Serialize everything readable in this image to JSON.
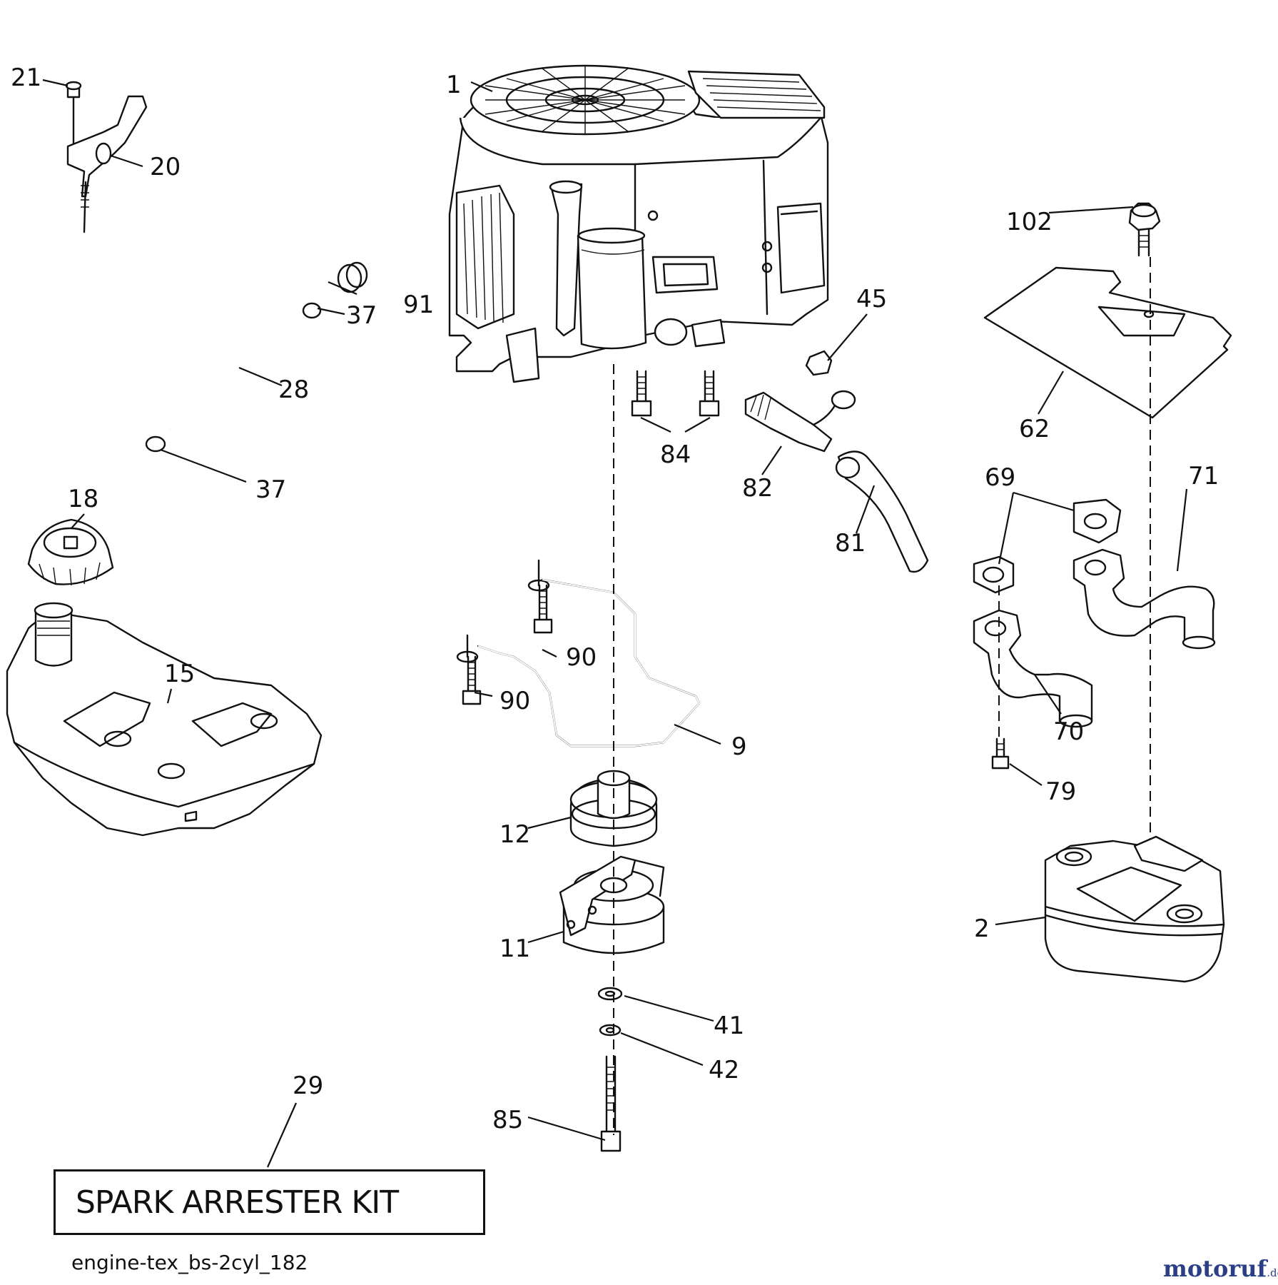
{
  "labels": {
    "p1": "1",
    "p2": "2",
    "p9": "9",
    "p11": "11",
    "p12": "12",
    "p15": "15",
    "p18": "18",
    "p20": "20",
    "p21": "21",
    "p28": "28",
    "p29": "29",
    "p37a": "37",
    "p37b": "37",
    "p41": "41",
    "p42": "42",
    "p45": "45",
    "p62": "62",
    "p69": "69",
    "p70": "70",
    "p71": "71",
    "p79": "79",
    "p81": "81",
    "p82": "82",
    "p84": "84",
    "p85": "85",
    "p90a": "90",
    "p90b": "90",
    "p91": "91",
    "p102": "102"
  },
  "kit_box_text": "SPARK ARRESTER KIT",
  "reference": "engine-tex_bs-2cyl_182",
  "watermark": {
    "name": "motoruf",
    "tld": ".de",
    "color": "#2b3f87"
  }
}
